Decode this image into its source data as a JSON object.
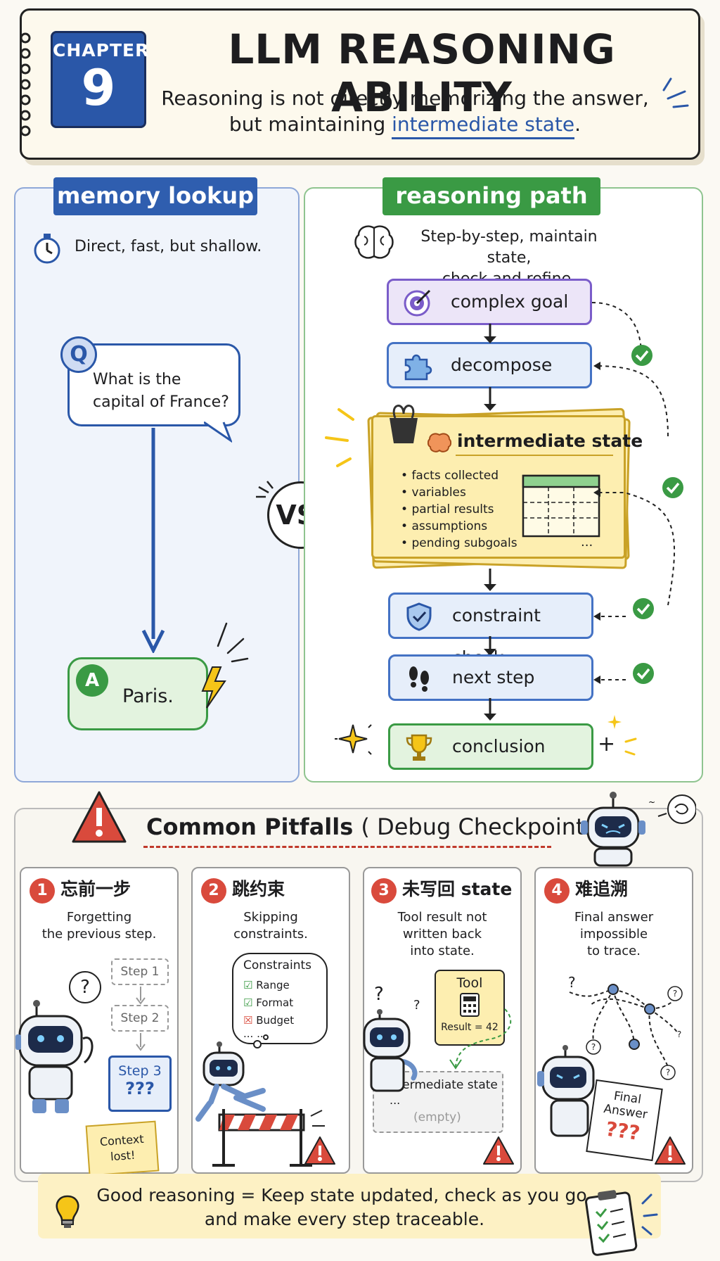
{
  "header": {
    "chapter_label": "CHAPTER",
    "chapter_number": "9",
    "title": "LLM REASONING ABILITY",
    "subtitle_part1": "Reasoning is not directly memorizing the answer,",
    "subtitle_part2": "but maintaining",
    "subtitle_highlight": "intermediate state",
    "subtitle_end": "."
  },
  "left": {
    "banner": "memory lookup",
    "desc": "Direct, fast, but shallow.",
    "q_badge": "Q",
    "question": "What is the capital of France?",
    "a_badge": "A",
    "answer": "Paris."
  },
  "vs": "VS.",
  "right": {
    "banner": "reasoning path",
    "desc_line1": "Step-by-step, maintain state,",
    "desc_line2": "check and refine.",
    "steps": [
      "complex goal",
      "decompose",
      "constraint check",
      "next step",
      "conclusion"
    ],
    "state_title": "intermediate state",
    "state_items": [
      "facts collected",
      "variables",
      "partial results",
      "assumptions",
      "pending subgoals"
    ],
    "state_more": "...",
    "plus": "+"
  },
  "pitfalls": {
    "title": "Common Pitfalls",
    "subtitle": "( Debug Checkpoints)",
    "cards": [
      {
        "num": "1",
        "title": "忘前一步",
        "desc_lines": [
          "Forgetting",
          "the previous step."
        ],
        "steps": [
          "Step 1",
          "Step 2",
          "Step 3"
        ],
        "marks": "???",
        "note_line1": "Context",
        "note_line2": "lost!",
        "bubble": "?"
      },
      {
        "num": "2",
        "title": "跳约束",
        "desc_lines": [
          "Skipping",
          "constraints."
        ],
        "constraints_title": "Constraints",
        "constraints": [
          "Range",
          "Format",
          "Budget"
        ],
        "more": "... ..."
      },
      {
        "num": "3",
        "title": "未写回 state",
        "desc_lines": [
          "Tool result not",
          "written back",
          "into state."
        ],
        "tool_title": "Tool",
        "tool_result": "Result = 42",
        "state_label": "intermediate state",
        "state_dots": "...",
        "state_empty": "(empty)",
        "q1": "?",
        "q2": "?"
      },
      {
        "num": "4",
        "title": "难追溯",
        "desc_lines": [
          "Final answer",
          "impossible",
          "to trace."
        ],
        "final_line1": "Final",
        "final_line2": "Answer",
        "final_marks": "???",
        "q": "?"
      }
    ]
  },
  "footer": {
    "line1": "Good reasoning = Keep state updated, check as you go,",
    "line2": "and make every step traceable."
  },
  "colors": {
    "blue": "#2a57a8",
    "green": "#3a9a44",
    "purple": "#7a5cc9",
    "red": "#d94a3c",
    "yellow": "#fdeeb0"
  }
}
